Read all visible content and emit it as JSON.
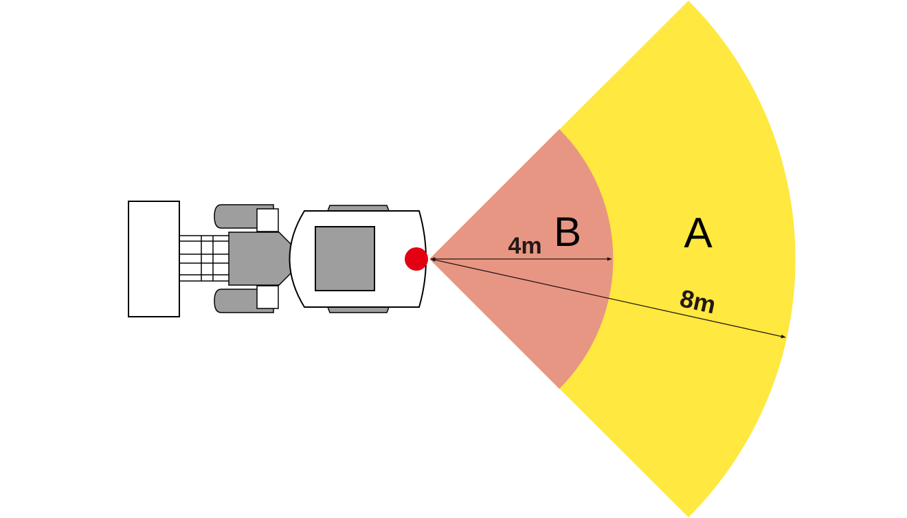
{
  "diagram": {
    "zones": [
      {
        "id": "A",
        "label": "A",
        "radius_label": "8m",
        "color": "#FFE83F"
      },
      {
        "id": "B",
        "label": "B",
        "radius_label": "4m",
        "color": "#E89684"
      }
    ],
    "sensor": {
      "color": "#E20012"
    },
    "vehicle": {
      "body_gray": "#9E9E9E",
      "outline": "#000000"
    },
    "arrow_color": "#231815"
  }
}
